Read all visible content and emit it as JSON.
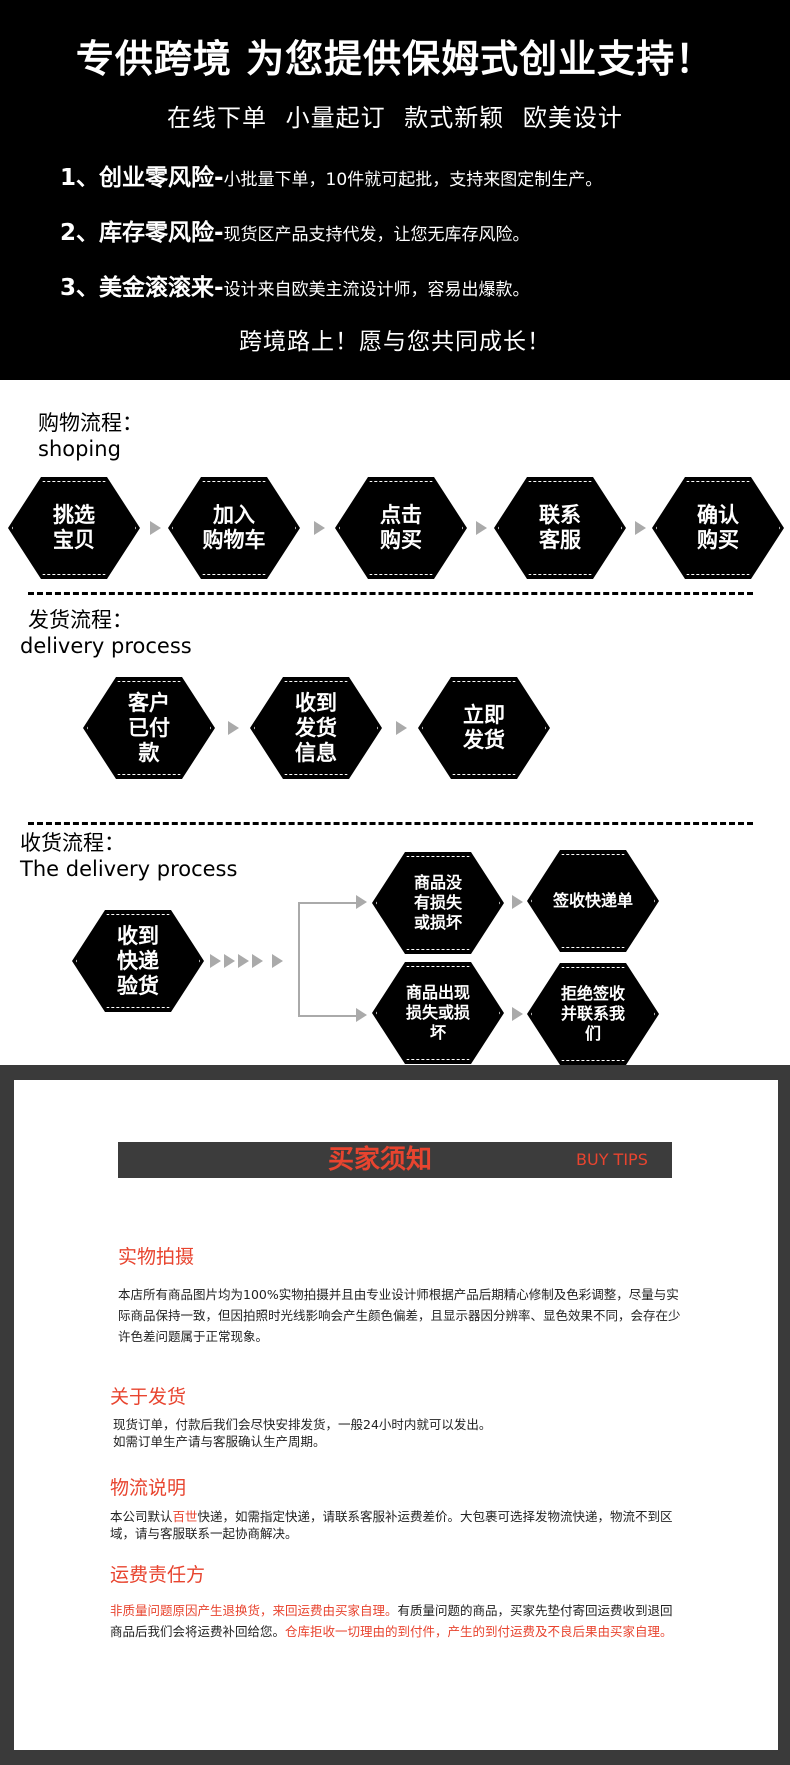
{
  "hero": {
    "title": "专供跨境 为您提供保姆式创业支持！",
    "subtitle": "在线下单   小量起订  款式新颖  欧美设计",
    "items": [
      {
        "num": "1、",
        "head": "创业零风险-",
        "text": "小批量下单，10件就可起批，支持来图定制生产。"
      },
      {
        "num": "2、",
        "head": "库存零风险-",
        "text": "现货区产品支持代发，让您无库存风险。"
      },
      {
        "num": "3、",
        "head": "美金滚滚来-",
        "text": "设计来自欧美主流设计师，容易出爆款。"
      }
    ],
    "footer": "跨境路上！愿与您共同成长！"
  },
  "shopping": {
    "label_cn": "购物流程：",
    "label_en": "shoping",
    "steps": [
      "挑选\n宝贝",
      "加入\n购物车",
      "点击\n购买",
      "联系\n客服",
      "确认\n购买"
    ]
  },
  "delivery": {
    "label_cn": "发货流程：",
    "label_en": "delivery  process",
    "steps": [
      "客户\n已付\n款",
      "收到\n发货\n信息",
      "立即\n发货"
    ]
  },
  "receiving": {
    "label_cn": "收货流程：",
    "label_en": "The delivery process",
    "start": "收到\n快递\n验货",
    "branch_ok": "商品没\n有损失\n或损坏",
    "branch_ok_result": "签收快递单",
    "branch_bad": "商品出现\n损失或损\n坏",
    "branch_bad_result": "拒绝签收\n并联系我\n们"
  },
  "tips": {
    "bar_title": "买家须知",
    "bar_en": "BUY TIPS",
    "sections": [
      {
        "heading": "实物拍摄",
        "text": "本店所有商品图片均为100%实物拍摄并且由专业设计师根据产品后期精心修制及色彩调整，尽量与实际商品保持一致，但因拍照时光线影响会产生颜色偏差，且显示器因分辨率、显色效果不同，会存在少许色差问题属于正常现象。"
      },
      {
        "heading": "关于发货",
        "text": "现货订单，付款后我们会尽快安排发货，一般24小时内就可以发出。\n如需订单生产请与客服确认生产周期。"
      },
      {
        "heading": "物流说明",
        "text_a": "本公司默认",
        "text_red": "百世",
        "text_b": "快递，如需指定快递，请联系客服补运费差价。大包裹可选择发物流快递，物流不到区域，请与客服联系一起协商解决。"
      },
      {
        "heading": "运费责任方",
        "text_red1": "非质量问题原因产生退换货，来回运费由买家自理。",
        "text_mid": "有质量问题的商品，买家先垫付寄回运费收到退回商品后我们会将运费补回给您。",
        "text_red2": "仓库拒收一切理由的到付件，产生的到付运费及不良后果由买家自理。"
      }
    ]
  }
}
